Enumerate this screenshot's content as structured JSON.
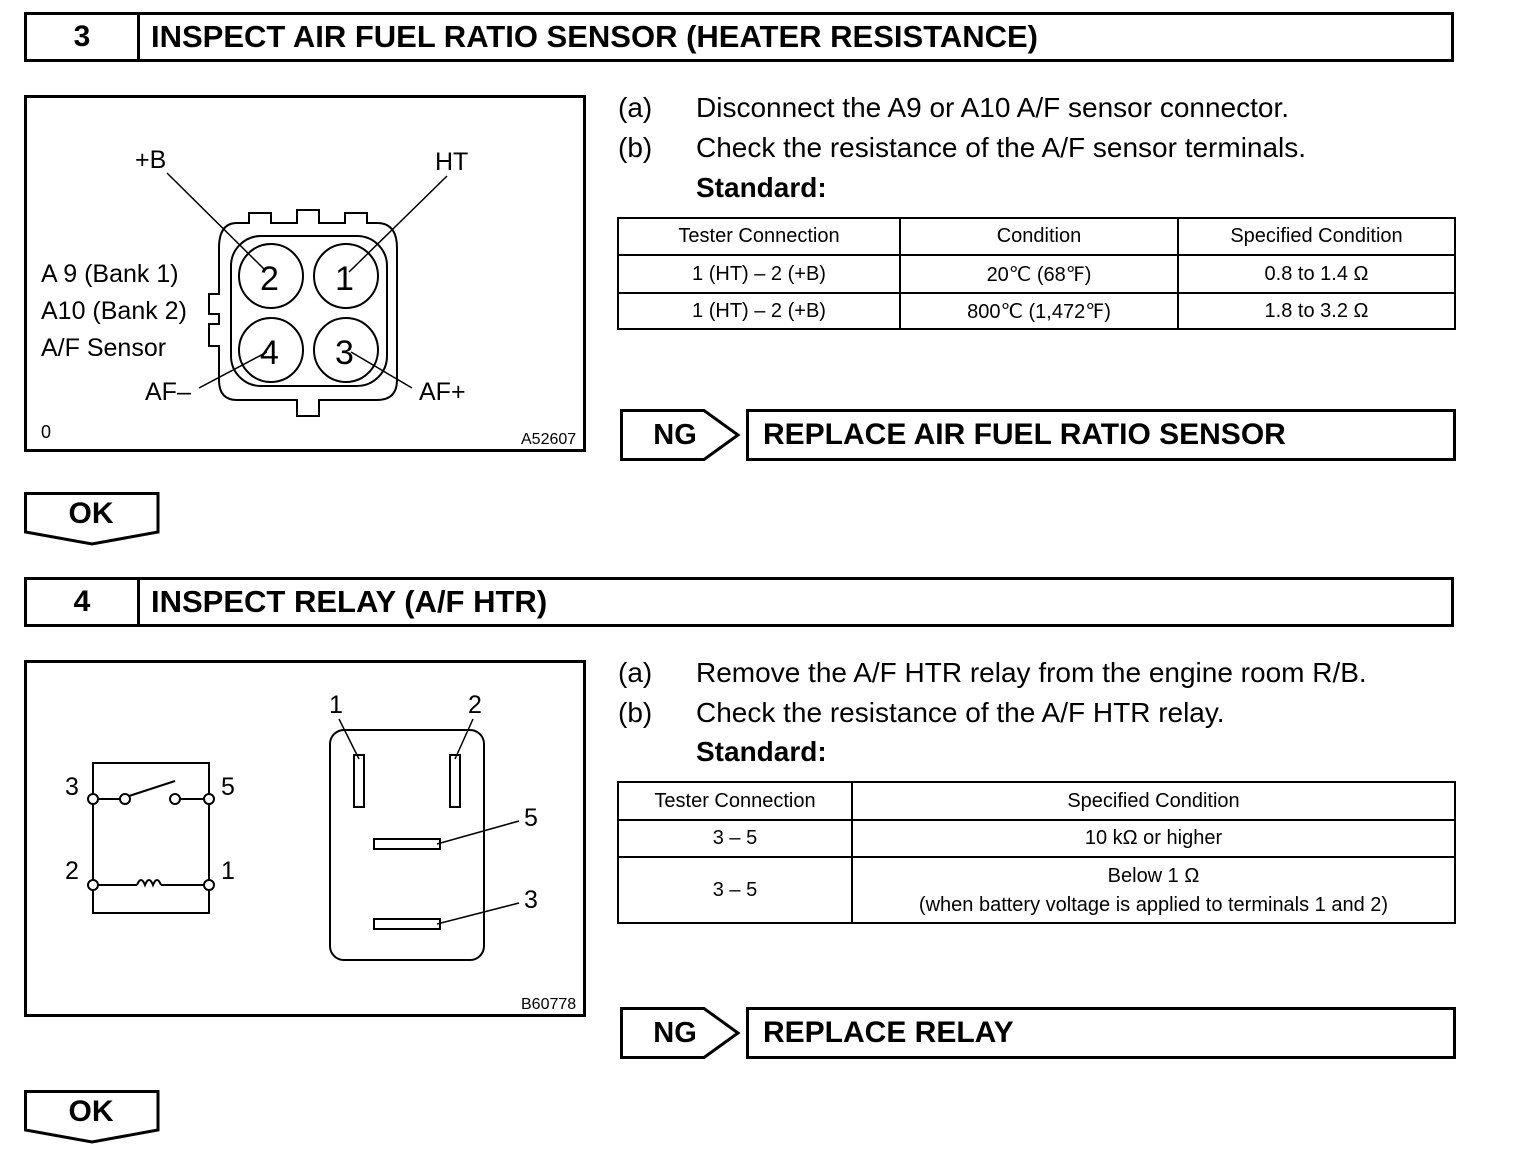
{
  "step3": {
    "number": "3",
    "title": "INSPECT AIR FUEL RATIO SENSOR (HEATER RESISTANCE)",
    "figure": {
      "label_plus_b": "+B",
      "label_ht": "HT",
      "label_a9": "A 9 (Bank 1)",
      "label_a10": "A10 (Bank 2)",
      "label_sensor": "A/F Sensor",
      "label_af_minus": "AF–",
      "label_af_plus": "AF+",
      "pin_2": "2",
      "pin_1": "1",
      "pin_4": "4",
      "pin_3": "3",
      "corner_mark": "0",
      "figure_code": "A52607"
    },
    "instructions": [
      {
        "label": "(a)",
        "text": "Disconnect the A9 or A10 A/F sensor connector."
      },
      {
        "label": "(b)",
        "text": "Check the resistance of the A/F sensor terminals."
      }
    ],
    "standard_label": "Standard:",
    "table": {
      "headers": [
        "Tester Connection",
        "Condition",
        "Specified Condition"
      ],
      "rows": [
        [
          "1 (HT) – 2 (+B)",
          "20℃ (68℉)",
          "0.8 to 1.4 Ω"
        ],
        [
          "1 (HT) – 2 (+B)",
          "800℃ (1,472℉)",
          "1.8 to 3.2 Ω"
        ]
      ]
    },
    "ng_label": "NG",
    "ng_action": "REPLACE AIR FUEL RATIO SENSOR",
    "ok_label": "OK"
  },
  "step4": {
    "number": "4",
    "title": "INSPECT RELAY (A/F HTR)",
    "figure": {
      "sch_3": "3",
      "sch_5": "5",
      "sch_2": "2",
      "sch_1": "1",
      "pin_1": "1",
      "pin_2": "2",
      "pin_5": "5",
      "pin_3": "3",
      "figure_code": "B60778"
    },
    "instructions": [
      {
        "label": "(a)",
        "text": "Remove the A/F HTR relay from the engine room R/B."
      },
      {
        "label": "(b)",
        "text": "Check the resistance of the A/F HTR relay."
      }
    ],
    "standard_label": "Standard:",
    "table": {
      "headers": [
        "Tester Connection",
        "Specified Condition"
      ],
      "rows": [
        [
          "3 – 5",
          "10 kΩ or higher"
        ],
        [
          "3 – 5",
          "Below 1 Ω",
          "(when battery voltage is applied to terminals 1 and 2)"
        ]
      ]
    },
    "ng_label": "NG",
    "ng_action": "REPLACE RELAY",
    "ok_label": "OK"
  }
}
